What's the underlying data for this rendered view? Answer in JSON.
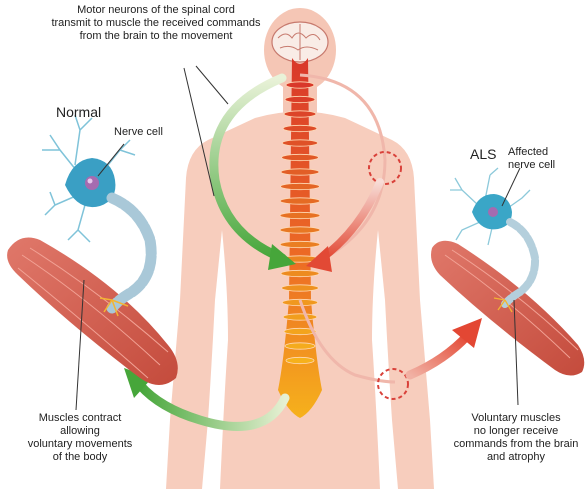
{
  "header": {
    "line1": "Motor neurons of the spinal cord",
    "line2": "transmit to muscle the received commands",
    "line3": "from the brain to the movement"
  },
  "normal": {
    "title": "Normal",
    "nerve_cell": "Nerve cell",
    "caption": [
      "Muscles contract",
      "allowing",
      "voluntary movements",
      "of the body"
    ]
  },
  "als": {
    "title": "ALS",
    "nerve_cell": [
      "Affected",
      "nerve cell"
    ],
    "caption": [
      "Voluntary muscles",
      "no longer receive",
      "commands from the brain",
      "and atrophy"
    ]
  },
  "colors": {
    "body": "#f7cdbd",
    "spine_top": "#e0452c",
    "spine_bottom": "#f4a21a",
    "normal_arrow": "#4aa83e",
    "als_arrow": "#e54b38",
    "neuron": "#3aa6c7",
    "muscle": "#d8604f"
  }
}
